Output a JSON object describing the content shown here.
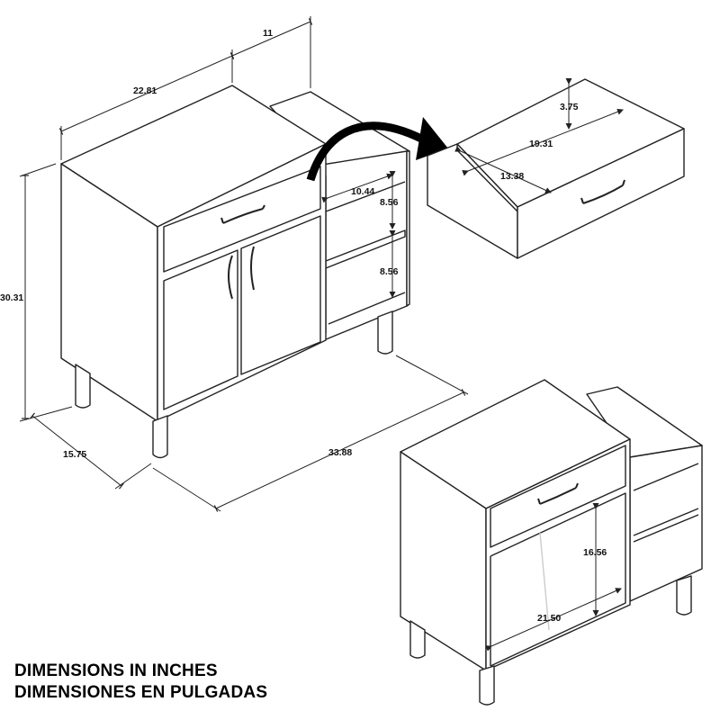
{
  "dimensions": {
    "cabinet_depth_top": "11",
    "cabinet_width_top": "22.81",
    "height": "30.31",
    "depth": "15.75",
    "total_width": "33.88",
    "shelf_width": "10.44",
    "shelf_height_upper": "8.56",
    "shelf_height_lower": "8.56",
    "drawer_height": "3.75",
    "drawer_width": "19.31",
    "drawer_depth": "13.38",
    "interior_height": "16.56",
    "interior_width": "21.50"
  },
  "caption": {
    "line1": "DIMENSIONS IN INCHES",
    "line2": "DIMENSIONES EN PULGADAS"
  }
}
